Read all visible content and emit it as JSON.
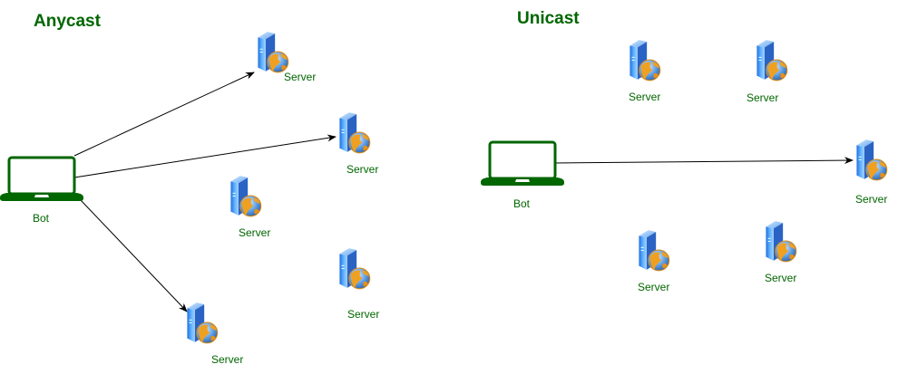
{
  "diagram": {
    "sections": [
      {
        "id": "anycast",
        "title": "Anycast"
      },
      {
        "id": "unicast",
        "title": "Unicast"
      }
    ],
    "colors": {
      "label": "#006600",
      "laptop": "#006600",
      "edge": "#000000"
    },
    "anycast": {
      "bot": {
        "label": "Bot"
      },
      "servers": [
        {
          "label": "Server",
          "connected": true
        },
        {
          "label": "Server",
          "connected": true
        },
        {
          "label": "Server",
          "connected": false
        },
        {
          "label": "Server",
          "connected": false
        },
        {
          "label": "Server",
          "connected": true
        }
      ]
    },
    "unicast": {
      "bot": {
        "label": "Bot"
      },
      "servers": [
        {
          "label": "Server",
          "connected": false
        },
        {
          "label": "Server",
          "connected": false
        },
        {
          "label": "Server",
          "connected": true
        },
        {
          "label": "Server",
          "connected": false
        },
        {
          "label": "Server",
          "connected": false
        }
      ]
    }
  }
}
